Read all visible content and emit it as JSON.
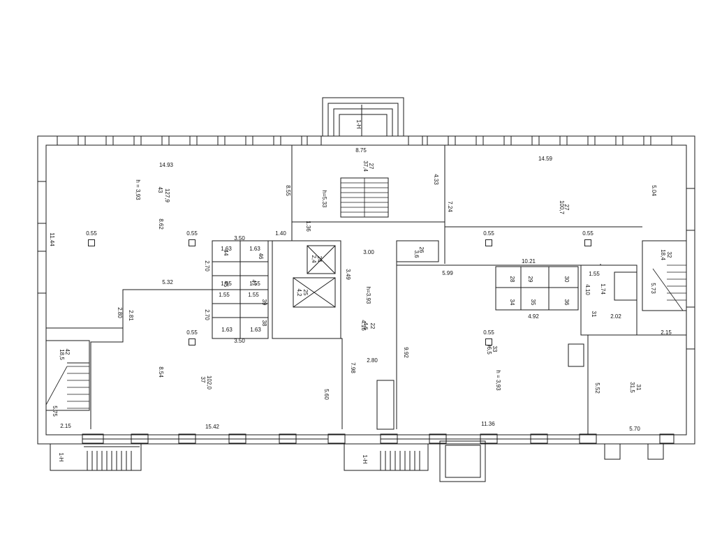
{
  "plan": {
    "entrance_tags": [
      "1-H",
      "1-H",
      "1-H"
    ],
    "heights": {
      "nw": "h = 3,93",
      "stair": "h=5.33",
      "corridor": "h=3.93",
      "south": "h = 3,93"
    },
    "room_ids": {
      "nw": "43",
      "n_stair": "27",
      "ne": "27",
      "wc_a": "44",
      "wc_b": "45",
      "wc_c": "46",
      "wc_d": "47",
      "wc_e": "38",
      "wc_f": "39",
      "lift_a": "24",
      "lift_b": "25",
      "corr": "22",
      "sw": "37",
      "center_s": "33",
      "small_n": "26",
      "wc_g": "28",
      "wc_h": "29",
      "wc_i": "30",
      "wc_j": "34",
      "wc_k": "35",
      "wc_l": "36",
      "e_small_a": "32",
      "e_small_b": "31",
      "se": "31",
      "w_stair": "42"
    },
    "areas": {
      "nw": "127,9",
      "n_stair": "37,4",
      "ne": "100,7",
      "sw": "102,0",
      "center_s": "96,5",
      "se": "31,5",
      "corr": "4,6",
      "lift_a": "2,4",
      "lift_b": "4,2",
      "small_n": "3,6",
      "w_stair": "18,5",
      "e_stair": "18,4"
    },
    "dims": {
      "d_14_93": "14.93",
      "d_8_75": "8.75",
      "d_14_59": "14.59",
      "d_8_55": "8.55",
      "d_4_33": "4.33",
      "d_5_04": "5.04",
      "d_11_44": "11.44",
      "d_8_62": "8.62",
      "d_0_55_a": "0.55",
      "d_0_55_b": "0.55",
      "d_0_55_c": "0.55",
      "d_0_55_d": "0.55",
      "d_0_55_e": "0.55",
      "d_0_55_f": "0.55",
      "d_7_24": "7.24",
      "d_1_40": "1.40",
      "d_1_36": "1.36",
      "d_3_50_a": "3.50",
      "d_3_50_b": "3.50",
      "d_1_63_a": "1.63",
      "d_1_63_b": "1.63",
      "d_1_63_c": "1.63",
      "d_1_63_d": "1.63",
      "d_1_55_a": "1.55",
      "d_1_55_b": "1.55",
      "d_1_55_c": "1.55",
      "d_1_55_d": "1.55",
      "d_1_55_e": "1.55",
      "d_2_70_a": "2.70",
      "d_2_70_b": "2.70",
      "d_3_00": "3.00",
      "d_3_49": "3.49",
      "d_5_99": "5.99",
      "d_10_21": "10.21",
      "d_5_32": "5.32",
      "d_2_80_a": "2.80",
      "d_2_81": "2.81",
      "d_4_16": "4.16",
      "d_4_10": "4.10",
      "d_1_74": "1.74",
      "d_5_73": "5.73",
      "d_4_92": "4.92",
      "d_2_02": "2.02",
      "d_2_15_a": "2.15",
      "d_2_15_b": "2.15",
      "d_9_92": "9.92",
      "d_7_98": "7.98",
      "d_2_80_b": "2.80",
      "d_8_54": "8.54",
      "d_5_60": "5.60",
      "d_5_52": "5.52",
      "d_5_75": "5.75",
      "d_15_42": "15.42",
      "d_11_36": "11.36",
      "d_5_70": "5.70"
    }
  }
}
